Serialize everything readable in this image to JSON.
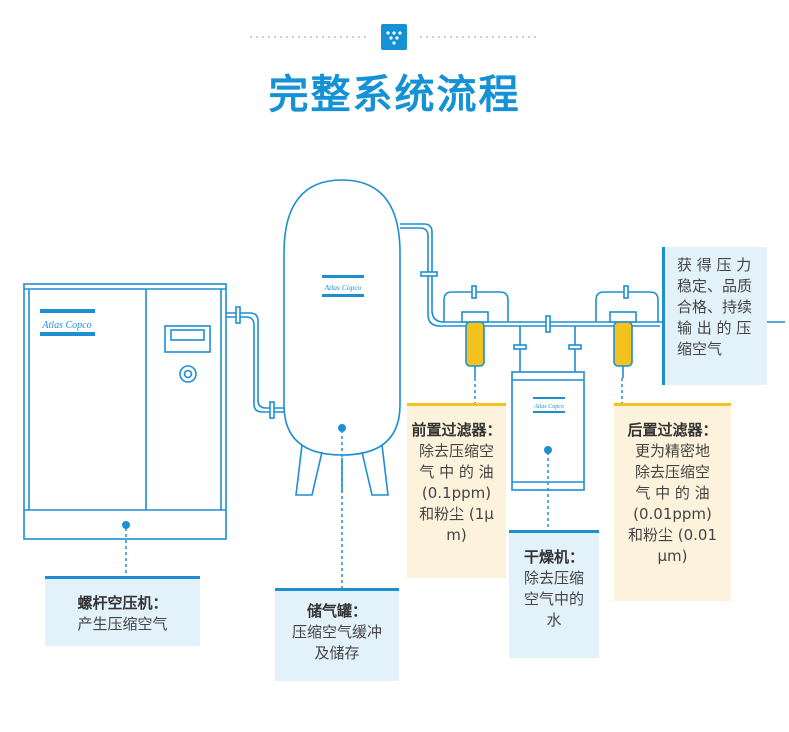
{
  "page": {
    "title": "完整系统流程"
  },
  "brand": {
    "logo_text": "Atlas Copco"
  },
  "colors": {
    "accent_blue": "#1591d5",
    "line_blue": "#1d8fd1",
    "panel_blue": "#e3f1fb",
    "panel_yellow": "#fdf3dc",
    "highlight_yellow": "#f2c21f"
  },
  "callouts": {
    "compressor": {
      "heading": "螺杆空压机：",
      "body": "产生压缩空气"
    },
    "tank": {
      "heading": "储气罐：",
      "body": "压缩空气缓冲\n及储存"
    },
    "pre_filter": {
      "heading": "前置过滤器：",
      "body": "除去压缩空\n气 中 的 油\n(0.1ppm)\n和粉尘 (1μ\nm)"
    },
    "dryer": {
      "heading": "干燥机：",
      "body": "除去压缩\n空气中的\n水"
    },
    "post_filter": {
      "heading": "后置过滤器：",
      "body": "更为精密地\n除去压缩空\n气 中 的 油\n(0.01ppm)\n和粉尘 (0.01\nμm)"
    },
    "result": {
      "body": "获 得 压 力\n稳定、品质\n合格、持续\n输 出 的 压\n缩空气"
    }
  }
}
